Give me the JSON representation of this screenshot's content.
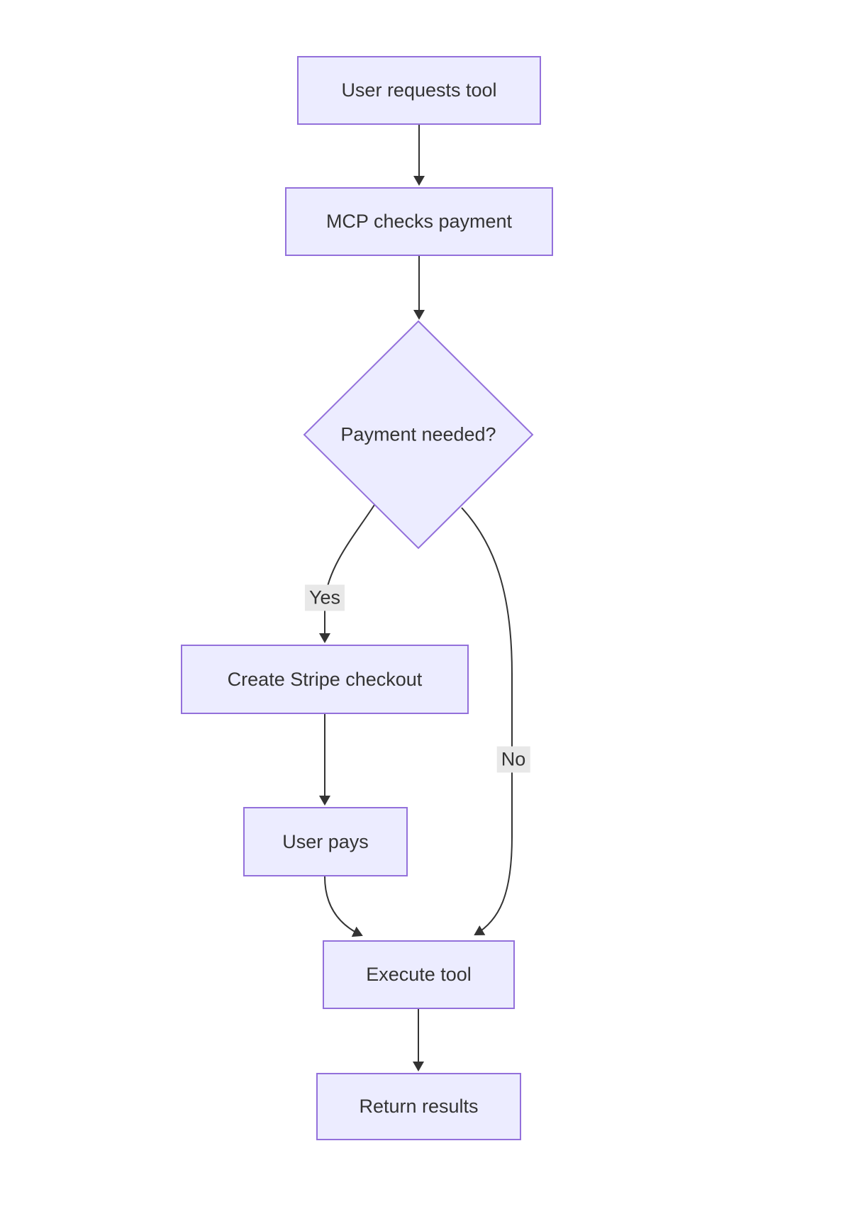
{
  "diagram": {
    "type": "flowchart",
    "direction": "top-down",
    "colors": {
      "background": "#ffffff",
      "node_fill": "#ECECFF",
      "node_border": "#9370DB",
      "node_text": "#333333",
      "edge_line": "#333333",
      "edge_label_bg": "#e8e8e8"
    },
    "nodes": [
      {
        "id": "user-requests-tool",
        "shape": "rectangle",
        "label": "User requests tool"
      },
      {
        "id": "mcp-checks-payment",
        "shape": "rectangle",
        "label": "MCP checks payment"
      },
      {
        "id": "payment-needed",
        "shape": "diamond",
        "label": "Payment needed?"
      },
      {
        "id": "create-stripe-checkout",
        "shape": "rectangle",
        "label": "Create Stripe checkout"
      },
      {
        "id": "user-pays",
        "shape": "rectangle",
        "label": "User pays"
      },
      {
        "id": "execute-tool",
        "shape": "rectangle",
        "label": "Execute tool"
      },
      {
        "id": "return-results",
        "shape": "rectangle",
        "label": "Return results"
      }
    ],
    "edges": [
      {
        "from": "user-requests-tool",
        "to": "mcp-checks-payment",
        "label": ""
      },
      {
        "from": "mcp-checks-payment",
        "to": "payment-needed",
        "label": ""
      },
      {
        "from": "payment-needed",
        "to": "create-stripe-checkout",
        "label": "Yes"
      },
      {
        "from": "payment-needed",
        "to": "execute-tool",
        "label": "No"
      },
      {
        "from": "create-stripe-checkout",
        "to": "user-pays",
        "label": ""
      },
      {
        "from": "user-pays",
        "to": "execute-tool",
        "label": ""
      },
      {
        "from": "execute-tool",
        "to": "return-results",
        "label": ""
      }
    ]
  }
}
